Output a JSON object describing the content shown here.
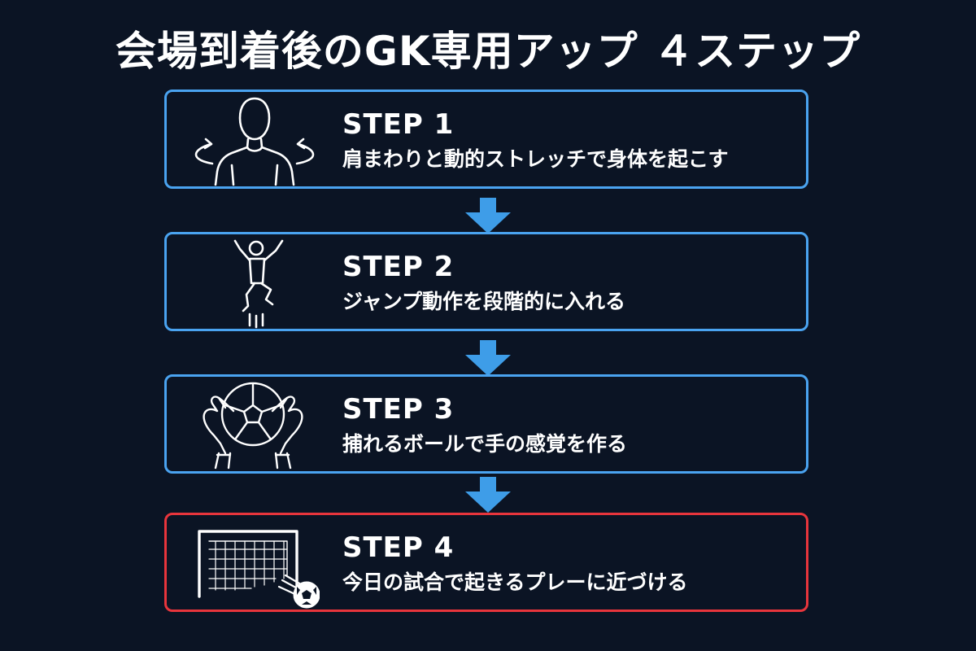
{
  "title": "会場到着後のGK専用アップ ４ステップ",
  "colors": {
    "background": "#0b1424",
    "card_border": "#4aa3f0",
    "final_border": "#e8353c",
    "arrow": "#3e9de8",
    "text": "#ffffff"
  },
  "steps": [
    {
      "label": "STEP 1",
      "description": "肩まわりと動的ストレッチで身体を起こす",
      "icon": "shoulder-rotation-icon"
    },
    {
      "label": "STEP 2",
      "description": "ジャンプ動作を段階的に入れる",
      "icon": "jumping-person-icon"
    },
    {
      "label": "STEP 3",
      "description": "捕れるボールで手の感覚を作る",
      "icon": "gloves-catching-ball-icon"
    },
    {
      "label": "STEP 4",
      "description": "今日の試合で起きるプレーに近づける",
      "icon": "goal-and-ball-icon"
    }
  ]
}
